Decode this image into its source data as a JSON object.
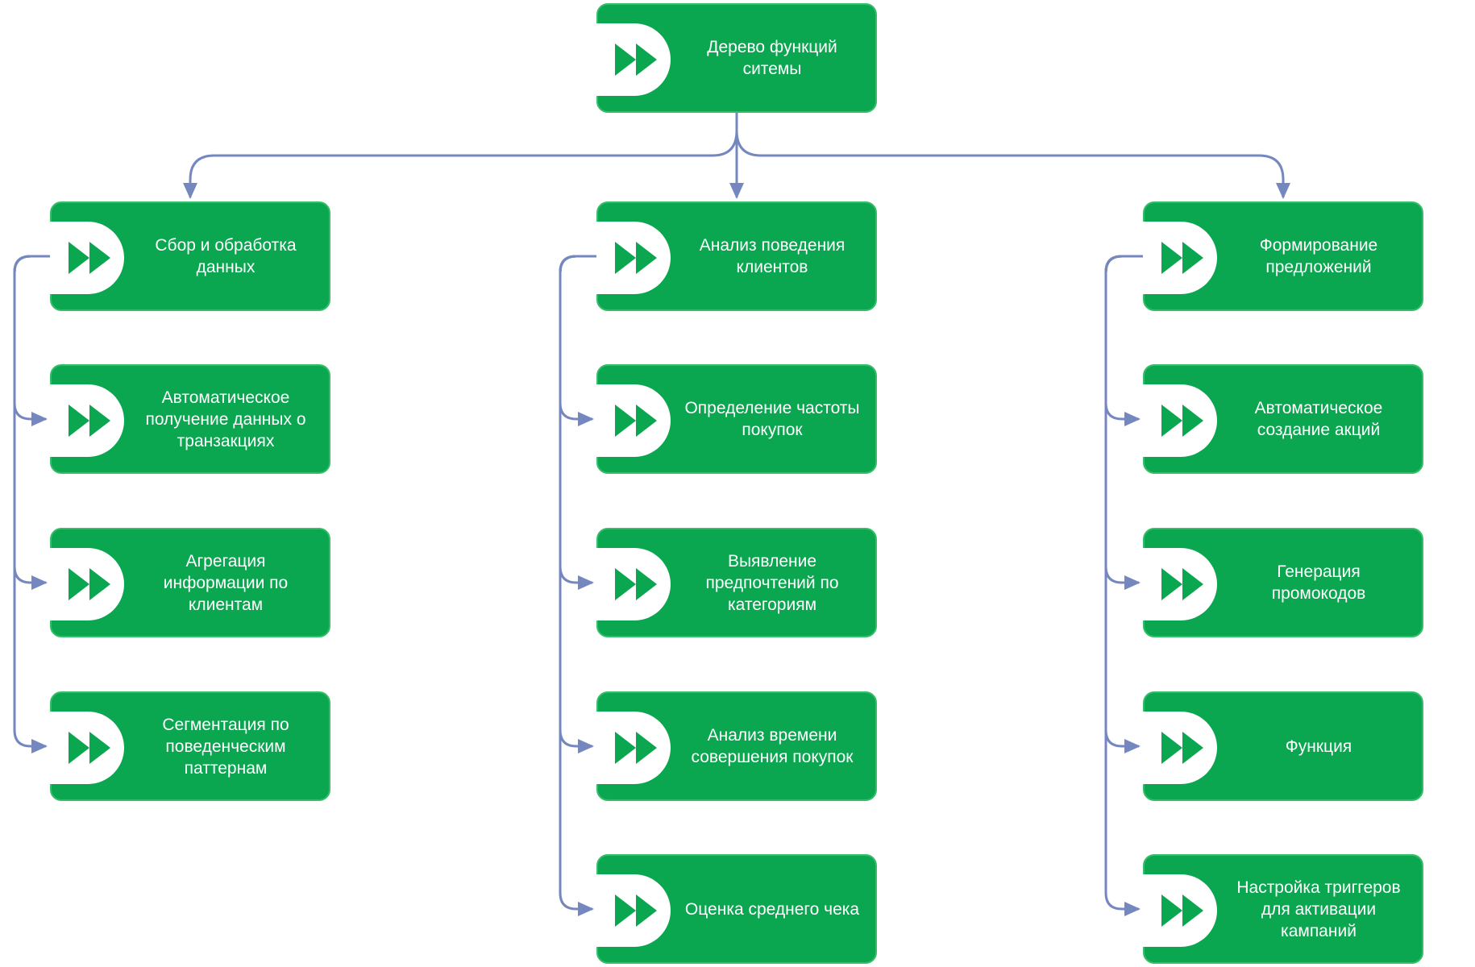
{
  "title": "Дерево функций ситемы",
  "colors": {
    "background": "#ffffff",
    "node_fill": "#0aa650",
    "node_border": "#35bd68",
    "icon_green": "#0aa650",
    "connector": "#7487bf",
    "label_text": "#ffffff"
  },
  "icons": {
    "node_icon": "fast-forward-icon"
  },
  "diagram": {
    "root": {
      "label": "Дерево функций\nситемы"
    },
    "columns": [
      {
        "parent": {
          "label": "Сбор и обработка\nданных"
        },
        "children": [
          {
            "label": "Автоматическое\nполучение данных о\nтранзакциях"
          },
          {
            "label": "Агрегация\nинформации по\nклиентам"
          },
          {
            "label": "Сегментация по\nповеденческим\nпаттернам"
          }
        ]
      },
      {
        "parent": {
          "label": "Анализ поведения\nклиентов"
        },
        "children": [
          {
            "label": "Определение частоты\nпокупок"
          },
          {
            "label": "Выявление\nпредпочтений по\nкатегориям"
          },
          {
            "label": "Анализ времени\nсовершения покупок"
          },
          {
            "label": "Оценка среднего чека"
          }
        ]
      },
      {
        "parent": {
          "label": "Формирование\nпредложений"
        },
        "children": [
          {
            "label": "Автоматическое\nсоздание акций"
          },
          {
            "label": "Генерация\nпромокодов"
          },
          {
            "label": "Функция"
          },
          {
            "label": "Настройка триггеров\nдля активации\nкампаний"
          }
        ]
      }
    ]
  }
}
